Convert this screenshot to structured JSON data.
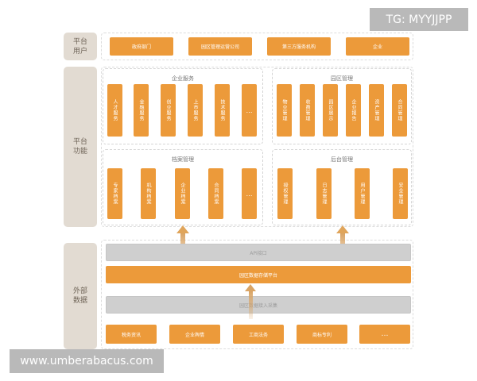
{
  "sections": {
    "platform_users": "平台用户",
    "platform_functions": "平台功能",
    "external_data": "外部数据"
  },
  "users": [
    "政府部门",
    "园区管理运营公司",
    "第三方服务机构",
    "企业"
  ],
  "enterprise_services": {
    "title": "企业服务",
    "items": [
      "人才服务",
      "金融服务",
      "创业服务",
      "上市服务",
      "技术服务",
      "…"
    ]
  },
  "park_management": {
    "title": "园区管理",
    "items": [
      "物业管理",
      "收费管理",
      "园区展示",
      "企业报告",
      "资产管理",
      "合同管理"
    ]
  },
  "archive_management": {
    "title": "档案管理",
    "items": [
      "专家档案",
      "机构档案",
      "企业档案",
      "合同档案",
      "…"
    ]
  },
  "backend_management": {
    "title": "后台管理",
    "items": [
      "授权管理",
      "日志管理",
      "用户管理",
      "安全管理"
    ]
  },
  "layers": {
    "api": "API接口",
    "storage": "园区数据存储平台",
    "collection": "园区数据接入采集"
  },
  "external_sources": [
    "税务资讯",
    "企业舆情",
    "工商法务",
    "商标专利",
    "…"
  ],
  "watermarks": {
    "top": "TG: MYYJJPP",
    "bottom": "www.umberabacus.com"
  },
  "colors": {
    "orange": "#ec9a3a",
    "side_label_bg": "#e2dbd2",
    "grey_bar": "#cfcfcf"
  }
}
